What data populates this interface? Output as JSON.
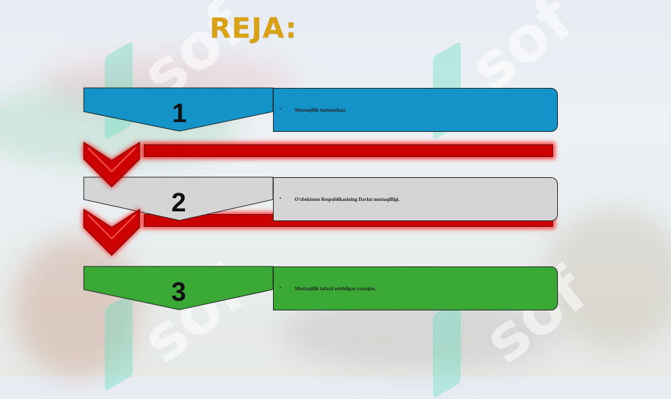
{
  "slide": {
    "title": "REJA:",
    "watermark_text": "sof",
    "items": [
      {
        "number": "1",
        "text": "Mustaqillik tushunchasi.",
        "color": "#1493c9"
      },
      {
        "number": "2",
        "text": "O‘zbekiston Respublikasining Davlat mustaqilligi.",
        "color": "#d5d5d5"
      },
      {
        "number": "3",
        "text": "Mustaqillik tufayli erishilgan yutuqlar.",
        "color": "#3aa935"
      }
    ],
    "bullet": "•",
    "connector_color": "#cc0000"
  }
}
